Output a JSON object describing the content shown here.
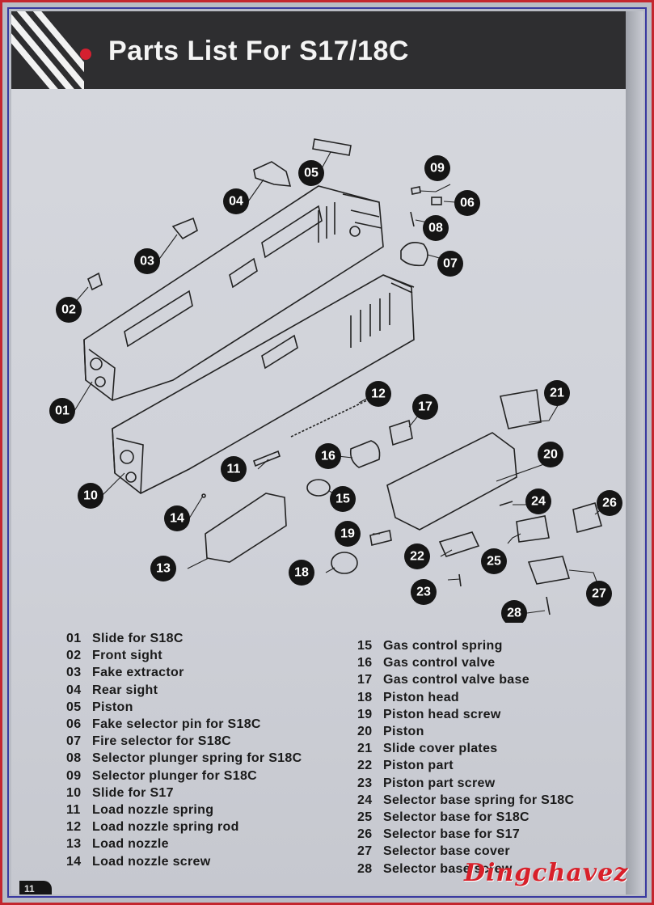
{
  "header": {
    "title": "Parts List For S17/18C"
  },
  "callouts": [
    "01",
    "02",
    "03",
    "04",
    "05",
    "06",
    "07",
    "08",
    "09",
    "10",
    "11",
    "12",
    "13",
    "14",
    "15",
    "16",
    "17",
    "18",
    "19",
    "20",
    "21",
    "22",
    "23",
    "24",
    "25",
    "26",
    "27",
    "28"
  ],
  "parts_left": [
    {
      "num": "01",
      "name": "Slide for S18C"
    },
    {
      "num": "02",
      "name": "Front sight"
    },
    {
      "num": "03",
      "name": "Fake extractor"
    },
    {
      "num": "04",
      "name": "Rear sight"
    },
    {
      "num": "05",
      "name": "Piston"
    },
    {
      "num": "06",
      "name": "Fake selector pin for S18C"
    },
    {
      "num": "07",
      "name": "Fire selector for S18C"
    },
    {
      "num": "08",
      "name": "Selector plunger spring for S18C"
    },
    {
      "num": "09",
      "name": "Selector plunger  for S18C"
    },
    {
      "num": "10",
      "name": "Slide for S17"
    },
    {
      "num": "11",
      "name": "Load nozzle spring"
    },
    {
      "num": "12",
      "name": "Load nozzle spring rod"
    },
    {
      "num": "13",
      "name": "Load nozzle"
    },
    {
      "num": "14",
      "name": "Load nozzle screw"
    }
  ],
  "parts_right": [
    {
      "num": "15",
      "name": "Gas control spring"
    },
    {
      "num": "16",
      "name": "Gas control valve"
    },
    {
      "num": "17",
      "name": "Gas control valve base"
    },
    {
      "num": "18",
      "name": "Piston head"
    },
    {
      "num": "19",
      "name": "Piston head screw"
    },
    {
      "num": "20",
      "name": "Piston"
    },
    {
      "num": "21",
      "name": "Slide cover plates"
    },
    {
      "num": "22",
      "name": "Piston part"
    },
    {
      "num": "23",
      "name": "Piston part screw"
    },
    {
      "num": "24",
      "name": "Selector base spring for S18C"
    },
    {
      "num": "25",
      "name": "Selector base for S18C"
    },
    {
      "num": "26",
      "name": "Selector base for S17"
    },
    {
      "num": "27",
      "name": "Selector base cover"
    },
    {
      "num": "28",
      "name": "Selector base screw"
    }
  ],
  "page_number": "11",
  "watermark": "Dingchavez",
  "colors": {
    "header_bg": "#2e2e30",
    "accent_red": "#d42030",
    "page_bg": "#d3d5db",
    "callout": "#151515"
  }
}
